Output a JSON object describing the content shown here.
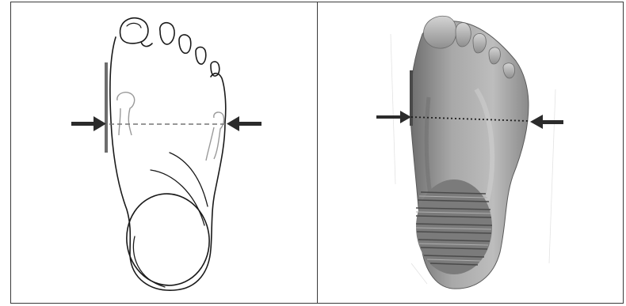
{
  "figure": {
    "panels": [
      {
        "id": "line-drawing",
        "style": "outline"
      },
      {
        "id": "scan-render",
        "style": "shaded-3d"
      }
    ],
    "colors": {
      "border": "#3a3a3a",
      "outline": "#1a1a1a",
      "arrow": "#2b2b2b",
      "measure_line": "#777777",
      "scan_shade": "#8c8c8c"
    }
  }
}
